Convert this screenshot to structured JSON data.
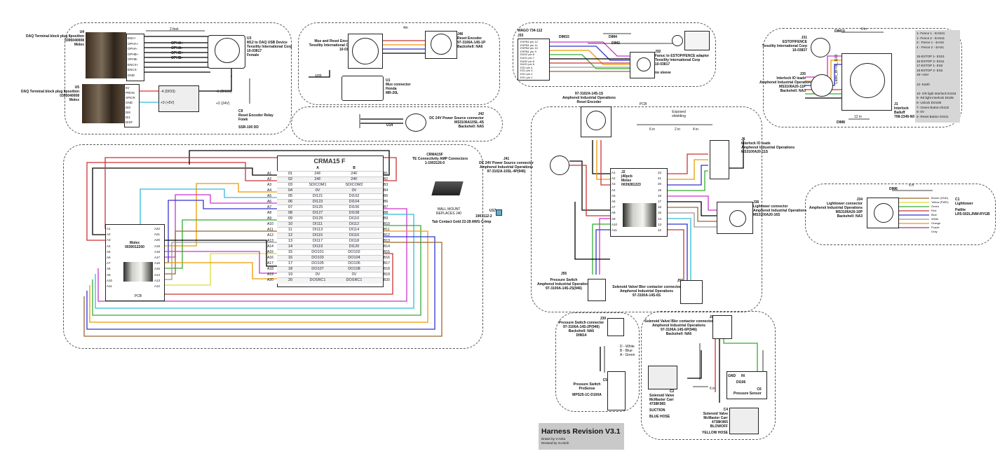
{
  "title": {
    "heading": "Harness Revision V3.1",
    "drawn_by": "Drawn by V.Azka",
    "revised_by": "Revised by Vu Dinh"
  },
  "u4": {
    "ref": "U4",
    "desc": "DAQ Terminal block plug 8position",
    "part": "0395040008",
    "mfr": "Molex",
    "pins": [
      "ENC+",
      "OPHA+",
      "OPHA-",
      "OPHB+",
      "OPHB-",
      "ENCX+",
      "ENCX-",
      "GND"
    ]
  },
  "u5": {
    "ref": "U5",
    "desc": "DAQ Terminal block plug 8position",
    "part": "0395040008",
    "mfr": "Molex",
    "pins": [
      "5V",
      "PROG",
      "XPICR",
      "GND",
      "DI0",
      "DI0",
      "DI1",
      "DISF"
    ]
  },
  "u3": {
    "ref": "U3",
    "desc": "M12 to DAQ USB Device",
    "mfr": "Tensility International Corp",
    "part": "10-03817",
    "gender": "Female",
    "signals": [
      "OPHA+",
      "OPHA-",
      "OPHB+",
      "OPHB-"
    ],
    "len": "2 feet"
  },
  "c9": {
    "ref": "C9",
    "name": "Reset Encoder Relay",
    "mfr": "Fotek",
    "part": "SSR-100 DD",
    "l1": "-4 (DIO3)",
    "l2": "+3 (+5V)",
    "r1": "-1 (DI103)",
    "r2": "+2 (24V)"
  },
  "u6": {
    "ref": "U6",
    "name": "Mux and Reset Encoder",
    "mfr": "Tensility International Corp",
    "part": "10-03837"
  },
  "u11": {
    "ref": "U11"
  },
  "u1": {
    "ref": "U1",
    "name": "Mux connector",
    "mfr": "Honda",
    "part": "MR-20L"
  },
  "j46": {
    "ref": "J46",
    "name": "Reset Encoder",
    "part": "97-3106A-14S-1P",
    "backshell": "Backshell: NA6",
    "len": "4in"
  },
  "j42": {
    "ref": "J42",
    "name": "DC 24V Power Source connector",
    "part": "MS3106A10SL-4S",
    "backshell": "Backshell: NA5",
    "u14": "U14"
  },
  "wago": {
    "ref": "WAGO 734-112",
    "j33": "J33",
    "dim15": "DIM15",
    "dim4": "DIM4",
    "dim2": "DIM2",
    "pins": [
      "ESPB2 pin 12",
      "ESPB1 pin 11",
      "ESPB2 pin 10",
      "ESPB1 pin 9",
      "EAS2 pin 8",
      "EAS1 pin 7",
      "EAS2 pin 6",
      "EAS1 pin 5",
      "ES2 pin 4",
      "ES1 pin 3",
      "ES2 pin 2",
      "ES1 pin 1"
    ]
  },
  "j32": {
    "ref": "J32",
    "name": "Fanuc to ESTOP/FENCE adaptor",
    "mfr": "Tensility International Corp",
    "part": "10-03817",
    "note": "no sleeve"
  },
  "j31": {
    "ref": "J31",
    "name": "ESTOP/FENCE",
    "mfr": "Tensility International Corp",
    "part": "10-03837",
    "dim": "DIM10",
    "len": "6 in"
  },
  "j35": {
    "ref": "J35",
    "name": "Interlock IO leads",
    "mfr": "Amphenol Industrial Operations",
    "part": "MS3106A20-11P",
    "backshell": "Backshell: NA3"
  },
  "j1": {
    "ref": "J1",
    "name": "Interlock",
    "mfr": "Balluff",
    "part": "708-2346-N0",
    "dim": "DIM8",
    "len": "12 in",
    "cable": "Cable_Bf708_1160"
  },
  "legend": [
    "1- Fence 1 - EAS21",
    "1- Fence 2 - EAS11",
    "3 - Fence 1 - EAS2",
    "4 - Fence 2 - EAS1",
    "",
    "15-ESTOP 1- ES21",
    "16-ESTOP 2- ES11",
    "17-ESTOP 1- ES2",
    "18-ESTOP 2- ES2",
    "19-+24V",
    "",
    "12- Earth",
    "",
    "10- GR light interlock DI104",
    "9- Rd light interlock DI105",
    "6- Unlock DO106",
    "7- Green Button DI102",
    "6- 0V",
    "5- Reset Button DI101"
  ],
  "j41": {
    "ref": "J41",
    "name": "DC 24V Power Source connector",
    "mfr": "Amphenol Industrial Operations",
    "part": "97-3102A-10SL-4P(946)"
  },
  "reset_enc": {
    "part": "97-3102A-14S-1S",
    "mfr": "Amphenol Industrial Operations",
    "name": "Reset Encoder"
  },
  "pcb": {
    "label": "PCB",
    "shielding": "Exposed shielding",
    "d1": "6 in",
    "d2": "2 in",
    "d3": "4 in"
  },
  "j2": {
    "ref": "J2",
    "name": "j40pcb",
    "mfr": "Molex",
    "part": "0039281223",
    "left": [
      "A1",
      "A2",
      "A3",
      "A4",
      "A5",
      "A6",
      "A7",
      "A8",
      "A9",
      "A10",
      "A11"
    ],
    "right": [
      "22",
      "21",
      "20",
      "19",
      "18",
      "17",
      "16",
      "15",
      "14",
      "13",
      "12"
    ]
  },
  "j6": {
    "ref": "J6",
    "name": "Interlock IO leads",
    "mfr": "Amphenol Industrial Operations",
    "part": "MS3100A20-11S"
  },
  "j36": {
    "ref": "J36",
    "name": "Lightower connector",
    "mfr": "Amphenol Industrial Operations",
    "part": "MS3100A20-16S"
  },
  "j55": {
    "ref": "J55",
    "name": "Pressure Switch",
    "mfr": "Amphenol Industrial Operations",
    "part": "97-3100A-14S-2S(946)"
  },
  "j56": {
    "ref": "J56",
    "name": "Solenoid Valve/ Bler contactor connector",
    "mfr": "Amphenol Industrial Operations",
    "part": "97-3100A-14S-6S"
  },
  "crma15": {
    "ref": "CRMA15F",
    "mfr": "TE Connectivity AMP Connectors",
    "part": "1-1903126-0",
    "wall": "WALL MOUNT REPLACES J40",
    "title": "CRMA15 F",
    "u17": "U17",
    "u17part": "1903112-2",
    "u17desc": "Tab Contact Gold 22-28 AWG Crimp",
    "colA": "A",
    "colB": "B",
    "rows": [
      [
        "01",
        "24F",
        "24F"
      ],
      [
        "02",
        "24F",
        "24F"
      ],
      [
        "03",
        "SDICOM1",
        "SDICOM2"
      ],
      [
        "04",
        "0V",
        "0V"
      ],
      [
        "05",
        "DI121",
        "DI102"
      ],
      [
        "06",
        "DI123",
        "DI104"
      ],
      [
        "07",
        "DI125",
        "DI106"
      ],
      [
        "08",
        "DI127",
        "DI108"
      ],
      [
        "09",
        "DI129",
        "DI110"
      ],
      [
        "10",
        "DI111",
        "DI112"
      ],
      [
        "11",
        "DI113",
        "DI114"
      ],
      [
        "12",
        "DI115",
        "DI116"
      ],
      [
        "13",
        "DI117",
        "DI118"
      ],
      [
        "14",
        "DI119",
        "DI120"
      ],
      [
        "15",
        "DO101",
        "DO102"
      ],
      [
        "16",
        "DO103",
        "DO104"
      ],
      [
        "17",
        "DO105",
        "DO106"
      ],
      [
        "18",
        "DO107",
        "DO108"
      ],
      [
        "19",
        "0V",
        "0V"
      ],
      [
        "20",
        "DOSRC1",
        "DOSRC1"
      ]
    ]
  },
  "molex": {
    "name": "Molex",
    "part": "0039012200",
    "pcb": "PCB",
    "left": [
      "A1",
      "A2",
      "A3",
      "A4",
      "A5",
      "A6",
      "A7",
      "A8",
      "A9",
      "A10",
      "A11"
    ],
    "right": [
      "A22",
      "A21",
      "A20",
      "A19",
      "A18",
      "A17",
      "A16",
      "A15",
      "A14",
      "A13",
      "A12"
    ]
  },
  "j34": {
    "ref": "J34",
    "name": "Lighttower connector",
    "mfr": "Amphenol Industrial Operations",
    "part": "MS3106A20-16P",
    "backshell": "Backshell: NA3",
    "dim": "DIM6",
    "len": "6 ft",
    "wires": [
      "Brown (GND)",
      "Yellow (PWR)",
      "Green",
      "Red",
      "Blue",
      "White",
      "Orange",
      "Purple",
      "Gray"
    ]
  },
  "c1": {
    "ref": "C1",
    "name": "Lighttower",
    "mfr": "Patlite",
    "part": "LR5-502LJNW-RYGB"
  },
  "j39": {
    "ref": "J39",
    "name": "Pressure Switch connector",
    "part": "97-3106A-14S-2P(946)",
    "backshell": "Backshell: NA6",
    "dim": "DIM14",
    "colors": [
      "D - White",
      "B - Blue",
      "A - Green"
    ]
  },
  "c5": {
    "ref": "C5",
    "name": "Pressure Switch",
    "mfr": "ProSense",
    "part": "MPS25-1C-D100A"
  },
  "j59": {
    "ref": "J59",
    "name": "Solenoid Valve/ Bler contactor connector",
    "mfr": "Amphenol Industrial Operations",
    "part": "97-3106A-14S-6P(946)",
    "backshell": "Backshell: NA6"
  },
  "c2": {
    "ref": "C2",
    "name": "Solenoid Valve",
    "mfr": "McMaster Carr",
    "part": "4738K965",
    "use": "SUCTION",
    "hose": "BLUE HOSE"
  },
  "c4": {
    "ref": "C4",
    "name": "Solenoid Valve",
    "mfr": "McMaster Carr",
    "part": "4738K965",
    "use": "BLOWOFF",
    "hose": "YELLOW HOSE",
    "len": "6 in"
  },
  "c6": {
    "ref": "C6",
    "name": "Pressure Sensor",
    "gnd": "GND",
    "in": "IN",
    "di": "DI106"
  }
}
